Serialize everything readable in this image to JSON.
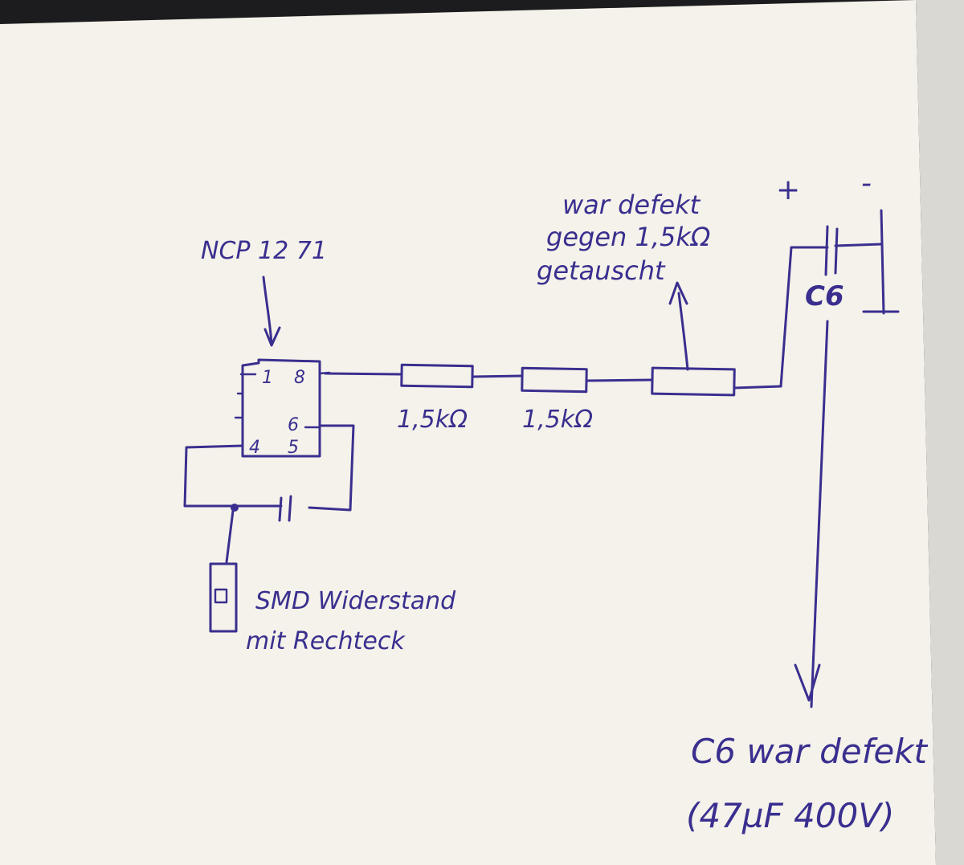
{
  "colors": {
    "ink": "#3a2f8f",
    "paper": "#f4f2ea",
    "background": "#1c1c1e"
  },
  "labels": {
    "ic_name": "NCP 12 71",
    "pin_1": "1",
    "pin_8": "8",
    "pin_4": "4",
    "pin_5": "5",
    "pin_6": "6",
    "resistor_1": "1,5kΩ",
    "resistor_2": "1,5kΩ",
    "note_line_1": "war defekt",
    "note_line_2": "gegen 1,5kΩ",
    "note_line_3": "getauscht",
    "plus_sign": "+",
    "minus_sign": "-",
    "cap_label": "C6",
    "smd_line_1": "SMD Widerstand",
    "smd_line_2": "mit Rechteck",
    "bottom_line_1": "C6 war defekt",
    "bottom_line_2": "(47µF 400V)"
  }
}
